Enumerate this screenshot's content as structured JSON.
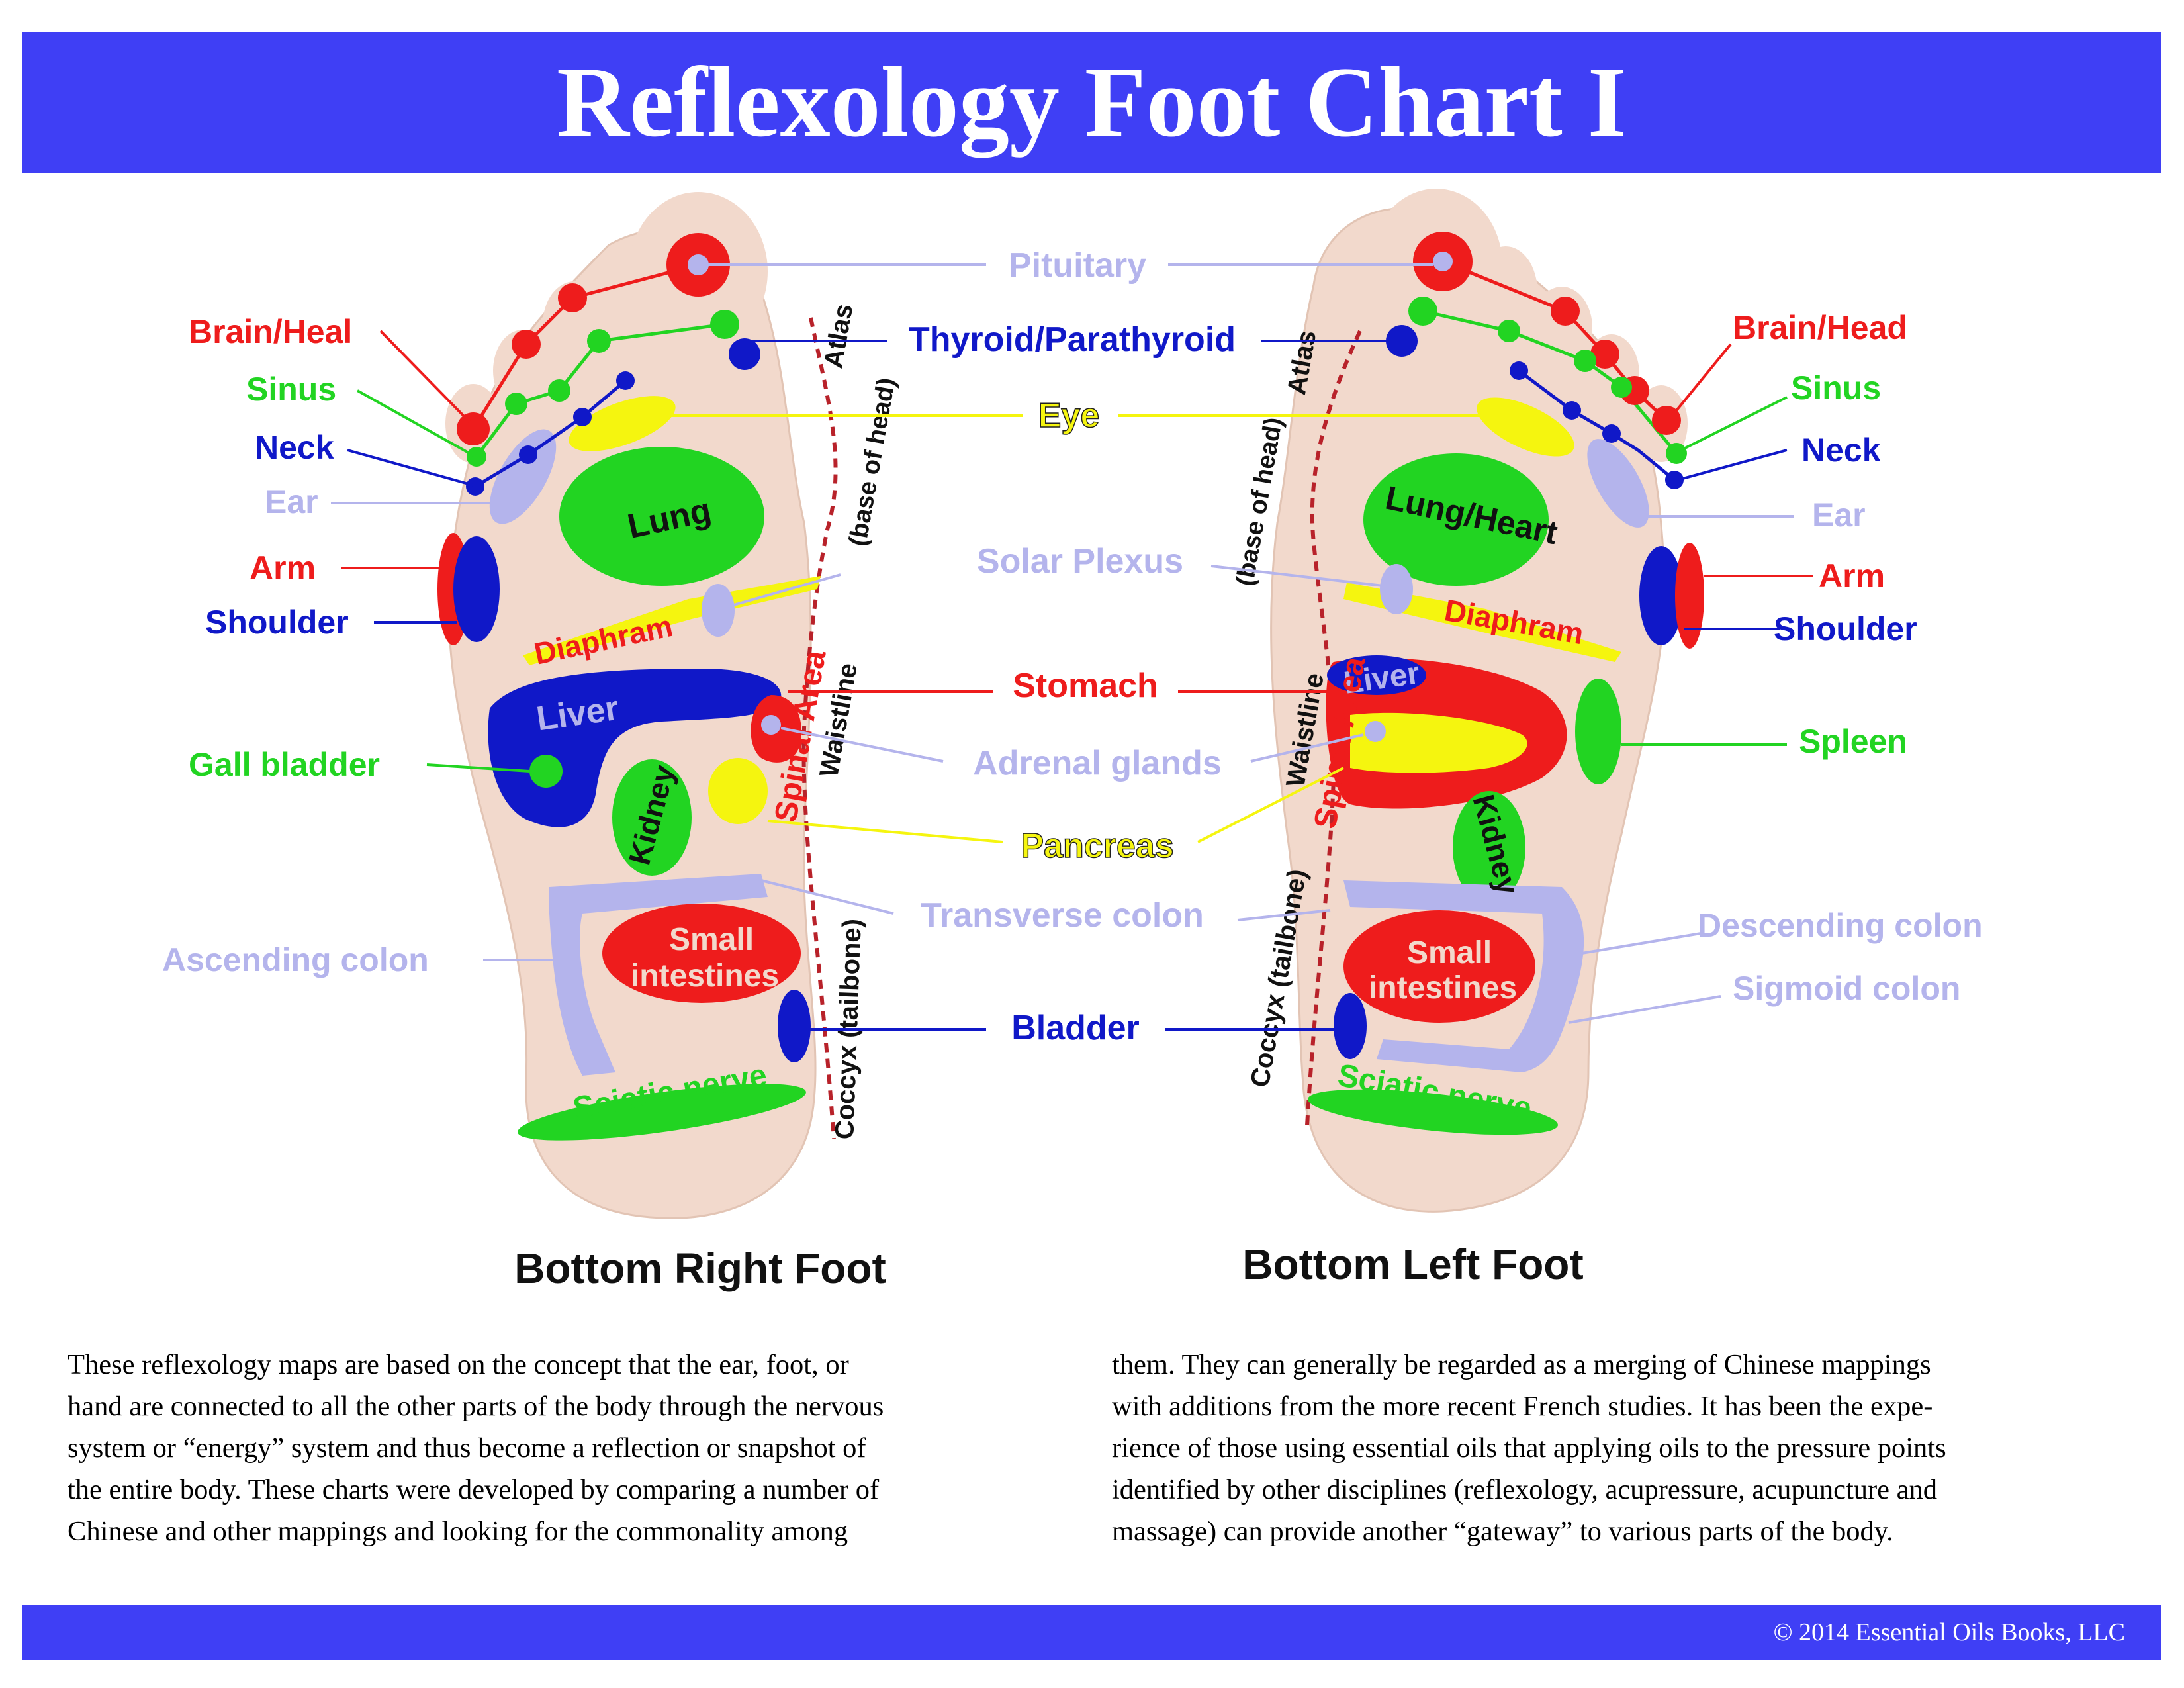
{
  "title": "Reflexology Foot Chart I",
  "feet": {
    "right": {
      "caption": "Bottom Right Foot",
      "side_labels": [
        "Brain/Heal",
        "Sinus",
        "Neck",
        "Ear",
        "Arm",
        "Shoulder",
        "Gall bladder",
        "Ascending colon"
      ],
      "zone_labels": {
        "lung": "Lung",
        "diaphram": "Diaphram",
        "liver": "Liver",
        "kidney": "Kidney",
        "small_intestines": [
          "Small",
          "intestines"
        ],
        "sciatic": "Sciatic nerve"
      },
      "spine_labels": {
        "atlas": "Atlas",
        "base": "(base of head)",
        "spinal_area": "Spinal Area",
        "waistline": "Waistline",
        "coccyx": "Coccyx (tailbone)"
      }
    },
    "left": {
      "caption": "Bottom Left Foot",
      "side_labels": [
        "Brain/Head",
        "Sinus",
        "Neck",
        "Ear",
        "Arm",
        "Shoulder",
        "Spleen",
        "Descending colon",
        "Sigmoid colon"
      ],
      "zone_labels": {
        "lung": "Lung/Heart",
        "diaphram": "Diaphram",
        "liver": "Liver",
        "kidney": "Kidney",
        "small_intestines": [
          "Small",
          "intestines"
        ],
        "sciatic": "Sciatic nerve"
      },
      "spine_labels": {
        "atlas": "Atlas",
        "base": "(base of head)",
        "spinal_area": "Spinal Area",
        "waistline": "Waistline",
        "coccyx": "Coccyx (tailbone)"
      }
    }
  },
  "center_labels": [
    "Pituitary",
    "Thyroid/Parathyroid",
    "Eye",
    "Solar Plexus",
    "Stomach",
    "Adrenal glands",
    "Pancreas",
    "Transverse colon",
    "Bladder"
  ],
  "colors": {
    "banner": "#3f3ff5",
    "red": "#ee1c1c",
    "green": "#22d422",
    "blue": "#1018c8",
    "lavender": "#b4b4ec",
    "yellow": "#f5f50f",
    "skin": "#f2d9cc"
  },
  "body_text": {
    "left_lines": [
      "These reflexology maps are based on the concept that the ear, foot, or",
      "hand are connected to all the other parts of the body through the nervous",
      "system or “energy” system and thus become a reflection or snapshot of",
      "the entire body. These charts were developed by comparing a number of",
      "Chinese and other mappings and looking for the commonality among"
    ],
    "right_lines": [
      "them.  They can generally be regarded as a merging of Chinese mappings",
      "with additions from the more recent French studies. It has been the expe-",
      "rience of those using essential oils that applying oils to the pressure points",
      "identified by other disciplines (reflexology, acupressure, acupuncture and",
      "massage) can provide another “gateway” to various parts of the body."
    ]
  },
  "copyright": "© 2014 Essential Oils Books, LLC"
}
